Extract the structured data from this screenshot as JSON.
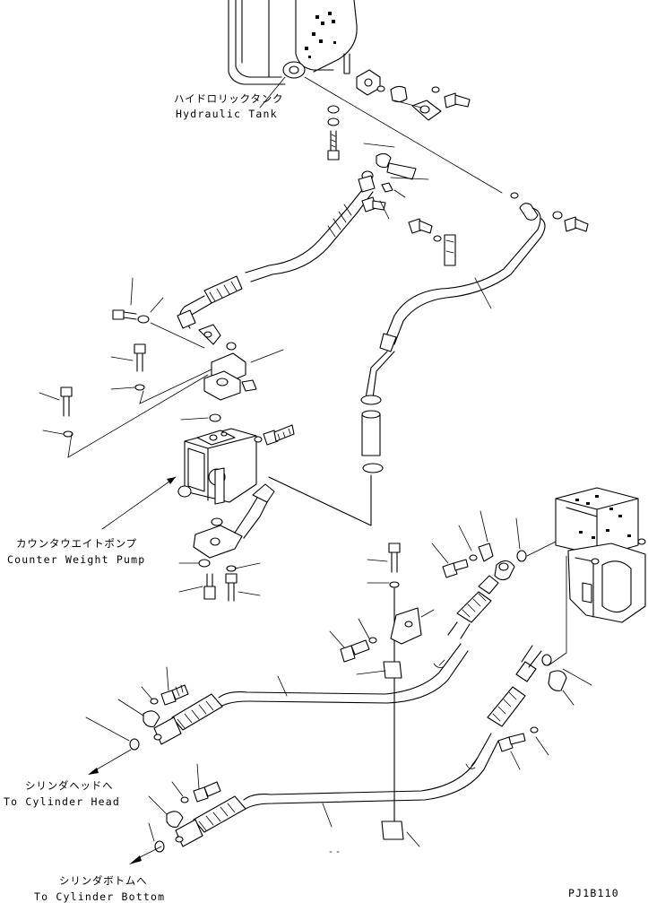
{
  "labels": {
    "hydraulic_tank_jp": "ハイドロリックタンク",
    "hydraulic_tank_en": "Hydraulic Tank",
    "counter_weight_pump_jp": "カウンタウエイトポンプ",
    "counter_weight_pump_en": "Counter Weight Pump",
    "cylinder_head_jp": "シリンダヘッドへ",
    "cylinder_head_en": "To Cylinder Head",
    "cylinder_bottom_jp": "シリンダボトムへ",
    "cylinder_bottom_en": "To Cylinder Bottom",
    "drawing_code": "PJ1B110"
  }
}
